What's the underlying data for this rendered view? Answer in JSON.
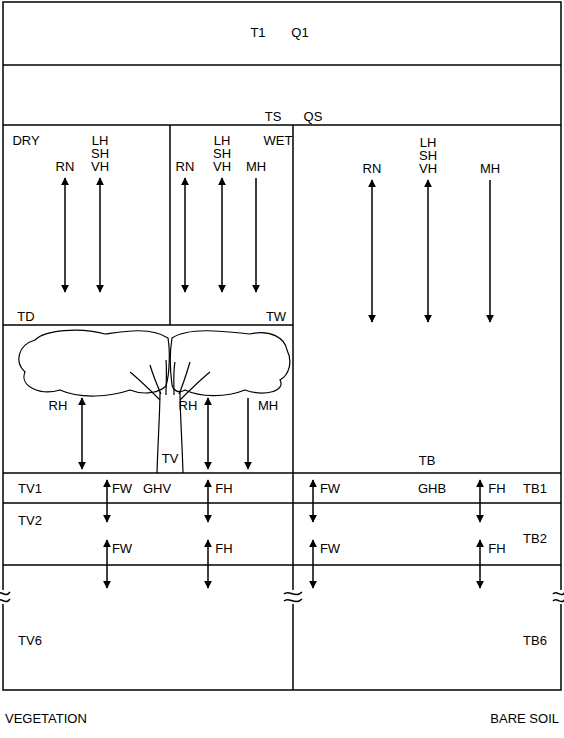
{
  "diagram": {
    "nodes": [
      {
        "text": [
          "T1",
          "Q1"
        ]
      },
      {
        "text": [
          "TS",
          "QS"
        ]
      },
      {
        "text": [
          "DRY",
          "TD"
        ]
      },
      {
        "text": [
          "WET",
          "TW"
        ]
      },
      {
        "text": [
          "TB"
        ]
      },
      {
        "text": [
          "TV"
        ]
      },
      {
        "text": [
          "TV1",
          "GHV"
        ]
      },
      {
        "text": [
          "GHB",
          "TB1"
        ]
      },
      {
        "text": [
          "TV2"
        ]
      },
      {
        "text": [
          "TB2"
        ]
      },
      {
        "text": [
          "TV6"
        ]
      },
      {
        "text": [
          "TB6"
        ]
      }
    ],
    "labels": [
      "LH",
      "SH",
      "RN",
      "VH",
      "LH",
      "SH",
      "RN",
      "VH",
      "MH",
      "LH",
      "SH",
      "RN",
      "VH",
      "MH",
      "RH",
      "RH",
      "MH",
      "FW",
      "FH",
      "FW",
      "FH",
      "FW",
      "FH",
      "FW",
      "FH",
      "VEGETATION",
      "BARE SOIL"
    ]
  }
}
